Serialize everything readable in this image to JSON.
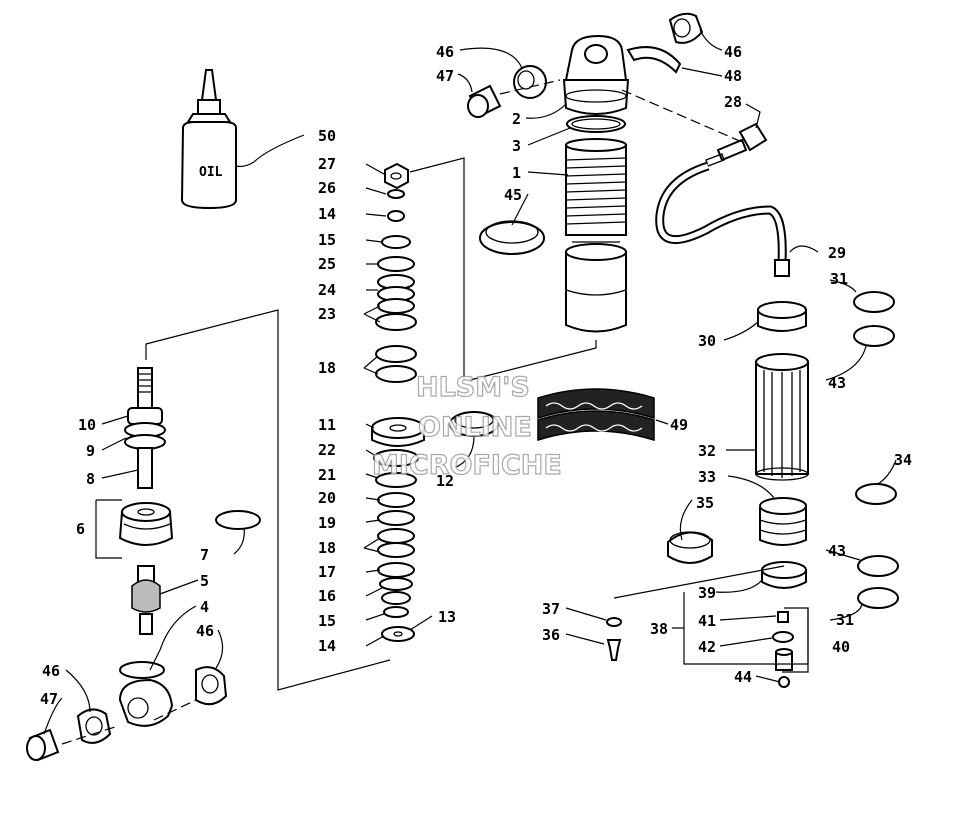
{
  "container_label": "OIL",
  "watermark": [
    "HLSM'S",
    "ONLINE",
    "MICROFICHE"
  ],
  "callouts": {
    "c46a": "46",
    "c47a": "47",
    "c2": "2",
    "c3": "3",
    "c1": "1",
    "c45": "45",
    "c46b": "46",
    "c48": "48",
    "c28": "28",
    "c29": "29",
    "c31a": "31",
    "c30": "30",
    "c43a": "43",
    "c32": "32",
    "c33": "33",
    "c34": "34",
    "c35": "35",
    "c43b": "43",
    "c39": "39",
    "c31b": "31",
    "c37": "37",
    "c36": "36",
    "c38": "38",
    "c41": "41",
    "c42": "42",
    "c40": "40",
    "c44": "44",
    "c50": "50",
    "c27": "27",
    "c26": "26",
    "c14a": "14",
    "c15a": "15",
    "c25": "25",
    "c24": "24",
    "c23": "23",
    "c18a": "18",
    "c11": "11",
    "c22": "22",
    "c21": "21",
    "c20": "20",
    "c19": "19",
    "c18b": "18",
    "c17": "17",
    "c16": "16",
    "c15b": "15",
    "c14b": "14",
    "c13": "13",
    "c12": "12",
    "c49": "49",
    "c10": "10",
    "c9": "9",
    "c8": "8",
    "c6": "6",
    "c7": "7",
    "c5": "5",
    "c4": "4",
    "c46c": "46",
    "c46d": "46",
    "c47b": "47"
  }
}
